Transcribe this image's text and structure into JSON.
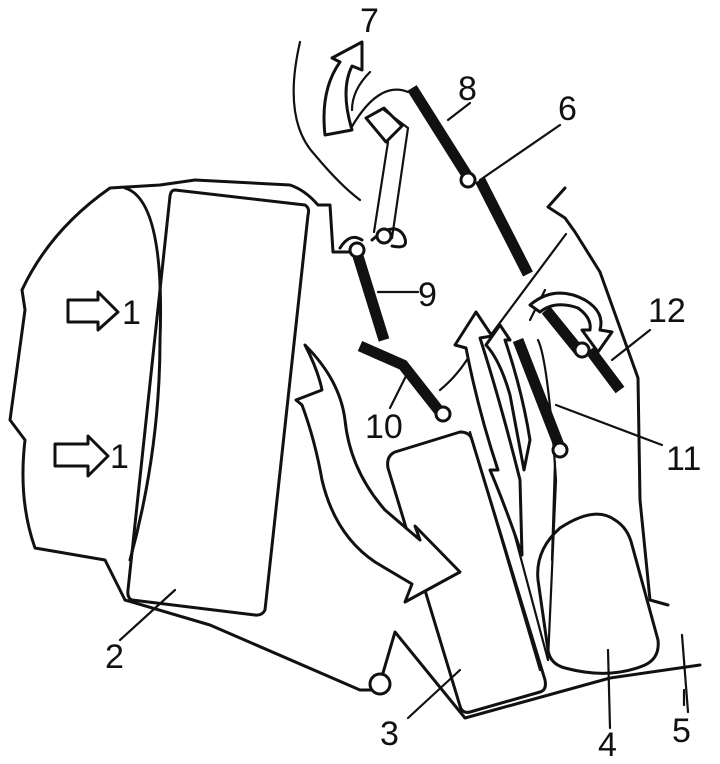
{
  "labels": {
    "n1a": "1",
    "n1b": "1",
    "n2": "2",
    "n3": "3",
    "n4": "4",
    "n5": "5",
    "n6": "6",
    "n7": "7",
    "n8": "8",
    "n9": "9",
    "n10": "10",
    "n11": "11",
    "n12": "12"
  }
}
